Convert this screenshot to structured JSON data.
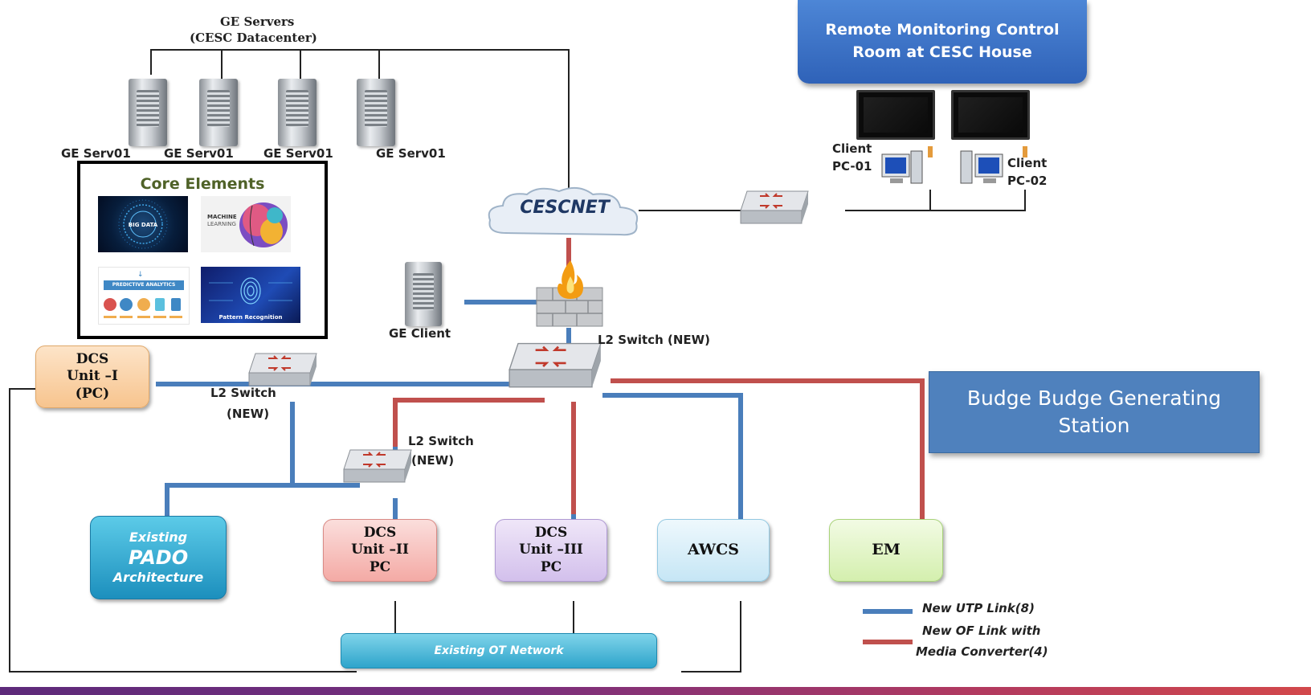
{
  "servers": {
    "group_title_line1": "GE Servers",
    "group_title_line2": "(CESC Datacenter)",
    "labels": [
      "GE Serv01",
      "GE Serv01",
      "GE Serv01",
      "GE Serv01"
    ]
  },
  "remote_room": {
    "title_line1": "Remote Monitoring Control",
    "title_line2": "Room at CESC House"
  },
  "clients": {
    "pc1_line1": "Client",
    "pc1_line2": "PC-01",
    "pc2_line1": "Client",
    "pc2_line2": "PC-02"
  },
  "cloud": {
    "label": "CESCNET"
  },
  "core": {
    "title": "Core Elements",
    "thumb1": "BIG DATA",
    "thumb2_line1": "MACHINE",
    "thumb2_line2": "LEARNING",
    "thumb3": "PREDICTIVE ANALYTICS",
    "thumb4": "Pattern Recognition"
  },
  "ge_client": {
    "label": "GE Client"
  },
  "switches": {
    "main": "L2 Switch (NEW)",
    "left_line1": "L2 Switch",
    "left_line2": "(NEW)",
    "mid_line1": "L2 Switch",
    "mid_line2": "(NEW)"
  },
  "dcs1": {
    "line1": "DCS",
    "line2": "Unit –I",
    "line3": "(PC)"
  },
  "dcs2": {
    "line1": "DCS",
    "line2": "Unit –II",
    "line3": "PC"
  },
  "dcs3": {
    "line1": "DCS",
    "line2": "Unit –III",
    "line3": "PC"
  },
  "pado": {
    "line1": "Existing",
    "line2": "PADO",
    "line3": "Architecture"
  },
  "awcs": {
    "label": "AWCS"
  },
  "em": {
    "label": "EM"
  },
  "station": {
    "line1": "Budge Budge Generating",
    "line2": "Station"
  },
  "ot_network": {
    "label": "Existing OT Network"
  },
  "legend": {
    "utp": "New UTP Link(8)",
    "of_line1": "New OF Link with",
    "of_line2": "Media Converter(4)"
  },
  "colors": {
    "utp_link": "#4a7ebb",
    "of_link": "#c0504d",
    "remote_room": "#3a6fc4",
    "station_box": "#4f81bd",
    "core_title": "#4f6228",
    "dcs1_fill": "#fad7b0",
    "dcs2_fill": "#f9c9c6",
    "dcs3_fill": "#e2d4f2",
    "awcs_fill": "#dbeef8",
    "em_fill": "#e4f5c8",
    "pado_fill": "#2a9ec8",
    "ot_fill": "#4db8d8"
  }
}
